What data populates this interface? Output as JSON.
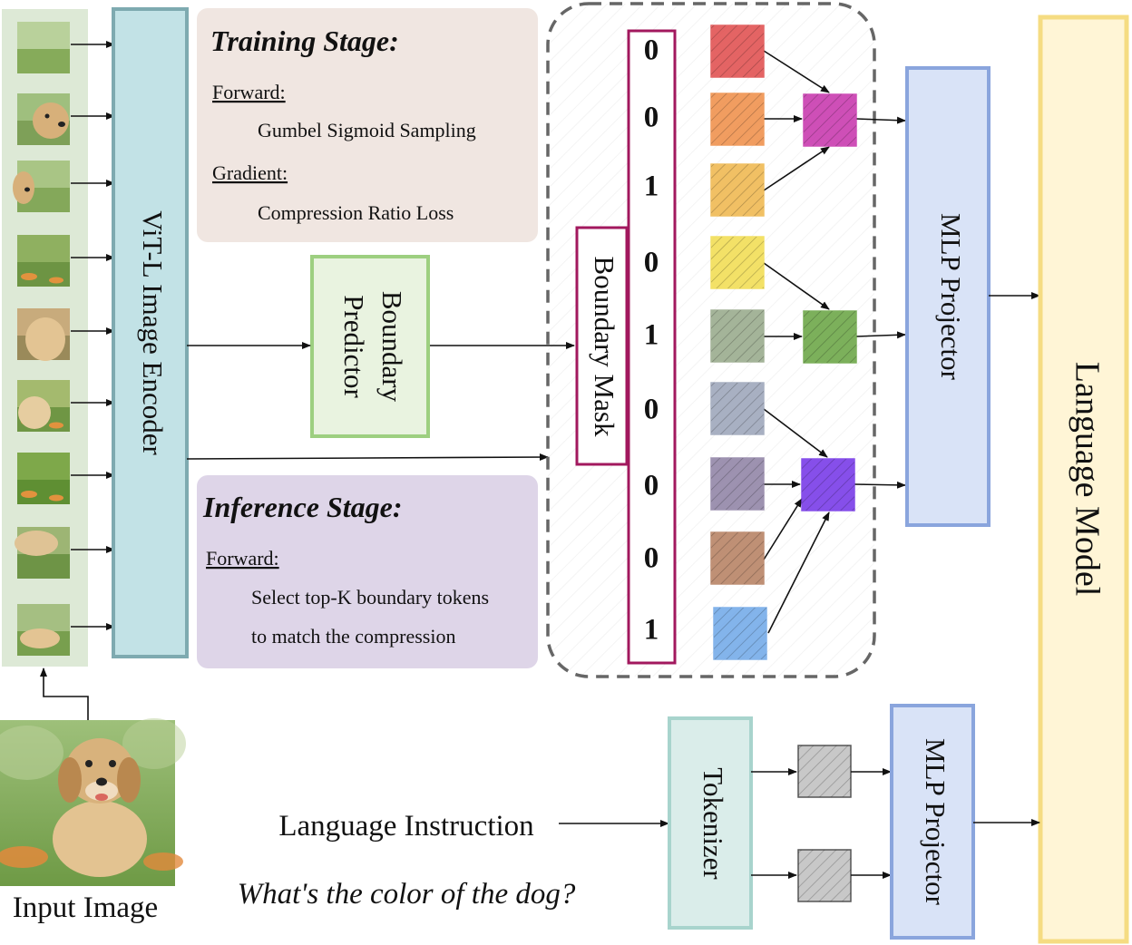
{
  "input_image": {
    "label": "Input Image"
  },
  "encoder": {
    "label": "ViT-L Image Encoder"
  },
  "boundary_predictor": {
    "line1": "Boundary",
    "line2": "Predictor"
  },
  "training": {
    "title": "Training Stage:",
    "forward_label": "Forward:",
    "forward_text": "Gumbel Sigmoid Sampling",
    "gradient_label": "Gradient:",
    "gradient_text": "Compression Ratio Loss"
  },
  "inference": {
    "title": "Inference Stage:",
    "forward_label": "Forward:",
    "line1": "Select top-K boundary tokens",
    "line2": "to match the compression"
  },
  "boundary_mask": {
    "label": "Boundary Mask",
    "bits": [
      "0",
      "0",
      "1",
      "0",
      "1",
      "0",
      "0",
      "0",
      "1"
    ]
  },
  "mlp_projector_vision": {
    "label": "MLP Projector"
  },
  "mlp_projector_text": {
    "label": "MLP Projector"
  },
  "language_model": {
    "label": "Language Model"
  },
  "tokenizer": {
    "label": "Tokenizer"
  },
  "language_instruction": {
    "label": "Language Instruction",
    "question": "What's the color of the dog?"
  },
  "colors": {
    "patch_bg": "#dde9d6",
    "encoder_fill": "#c2e2e6",
    "encoder_stroke": "#7eaab0",
    "training_fill": "#f0e6e1",
    "inference_fill": "#ded5e8",
    "predictor_fill": "#e9f3e0",
    "predictor_stroke": "#9dcf80",
    "mask_stroke": "#a2185e",
    "mlp_fill": "#d9e3f7",
    "mlp_stroke": "#8aa5dd",
    "lm_fill": "#fff5d6",
    "lm_stroke": "#f5dc82",
    "tokenizer_fill": "#daedea",
    "tokenizer_stroke": "#a8d4cd",
    "tokens": [
      "#e04a4a",
      "#ef8c45",
      "#efb64a",
      "#f1dc4d",
      "#95a888",
      "#9aa3b8",
      "#8d7fa3",
      "#b57d5e",
      "#6ea7e8"
    ],
    "merged": [
      "#c93cb0",
      "#6ea84a",
      "#7a3de8"
    ],
    "text_tokens": "#c8c8c8"
  }
}
